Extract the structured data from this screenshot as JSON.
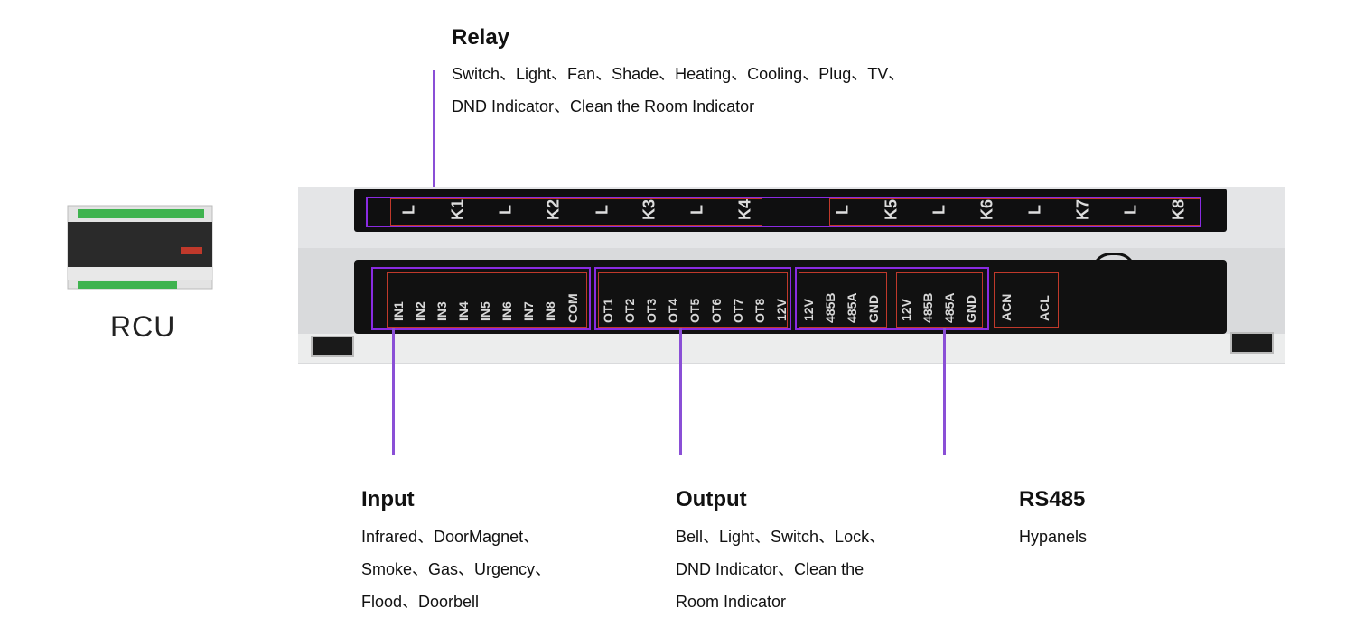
{
  "relay": {
    "title": "Relay",
    "desc_line1": "Switch、Light、Fan、Shade、Heating、Cooling、Plug、TV、",
    "desc_line2": "DND Indicator、Clean the Room Indicator",
    "terminals": [
      "L",
      "K1",
      "L",
      "K2",
      "L",
      "K3",
      "L",
      "K4",
      "L",
      "K5",
      "L",
      "K6",
      "L",
      "K7",
      "L",
      "K8"
    ]
  },
  "input": {
    "title": "Input",
    "desc_line1": "Infrared、DoorMagnet、",
    "desc_line2": "Smoke、Gas、Urgency、",
    "desc_line3": "Flood、Doorbell",
    "terminals": [
      "IN1",
      "IN2",
      "IN3",
      "IN4",
      "IN5",
      "IN6",
      "IN7",
      "IN8",
      "COM"
    ]
  },
  "output": {
    "title": "Output",
    "desc_line1": "Bell、Light、Switch、Lock、",
    "desc_line2": "DND Indicator、Clean the",
    "desc_line3": "Room Indicator",
    "terminals": [
      "OT1",
      "OT2",
      "OT3",
      "OT4",
      "OT5",
      "OT6",
      "OT7",
      "OT8",
      "12V"
    ]
  },
  "rs485": {
    "title": "RS485",
    "desc_line1": "Hypanels",
    "terminals_a": [
      "12V",
      "485B",
      "485A",
      "GND"
    ],
    "terminals_b": [
      "12V",
      "485B",
      "485A",
      "GND"
    ]
  },
  "power": {
    "terminals": [
      "ACN",
      "ACL"
    ]
  },
  "device": {
    "label": "RCU"
  },
  "colors": {
    "accent": "#8a4fd6",
    "box": "#8a2be2",
    "panel": "#111111"
  }
}
